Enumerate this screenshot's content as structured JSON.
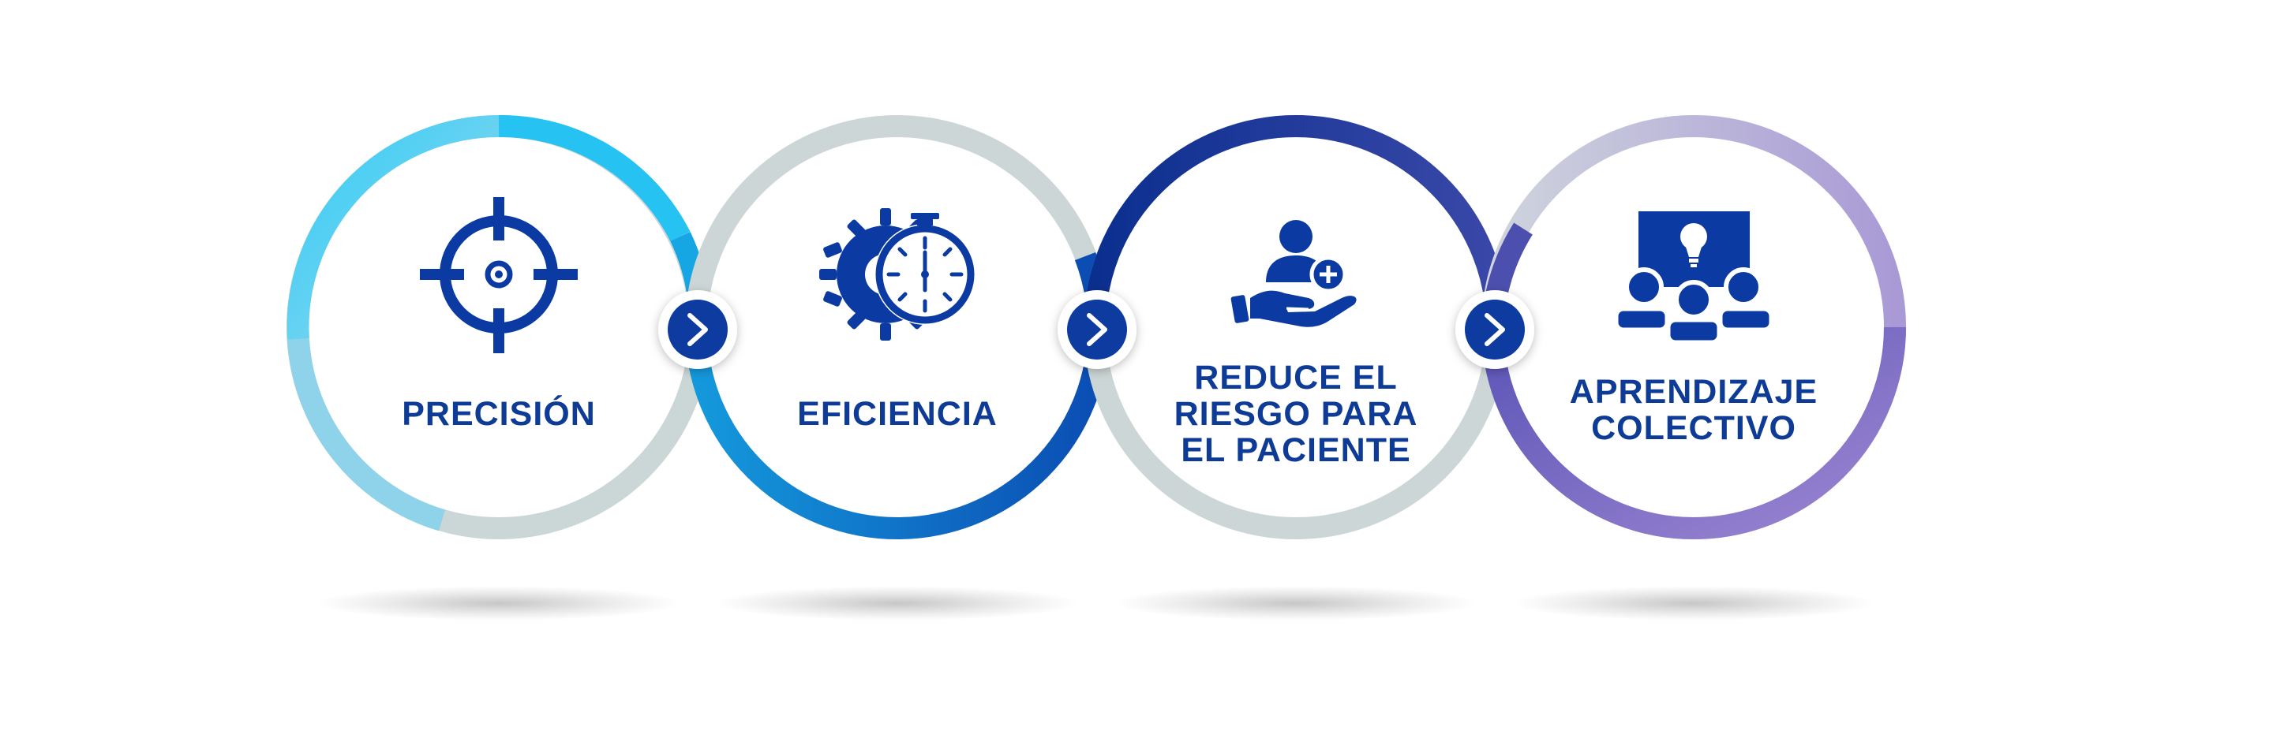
{
  "steps": [
    {
      "id": "precision",
      "label_lines": [
        "PRECISIÓN"
      ],
      "icon": "crosshair-target-icon"
    },
    {
      "id": "eficiencia",
      "label_lines": [
        "EFICIENCIA"
      ],
      "icon": "gear-stopwatch-icon"
    },
    {
      "id": "riesgo",
      "label_lines": [
        "REDUCE EL",
        "RIESGO PARA",
        "EL PACIENTE"
      ],
      "icon": "hand-person-plus-icon"
    },
    {
      "id": "aprendizaje",
      "label_lines": [
        "APRENDIZAJE",
        "COLECTIVO"
      ],
      "icon": "group-lightbulb-board-icon"
    }
  ],
  "connectors": [
    {
      "icon": "chevron-right-icon"
    },
    {
      "icon": "chevron-right-icon"
    },
    {
      "icon": "chevron-right-icon"
    }
  ],
  "colors": {
    "text": "#0d3b96",
    "icon": "#0b3aa3",
    "ring_gray": "#cdd6d6",
    "cyan": "#2bc7f5",
    "blue": "#0077cc",
    "navy": "#0b2f8f",
    "indigo": "#3a48a8",
    "purple": "#9b82cf"
  }
}
